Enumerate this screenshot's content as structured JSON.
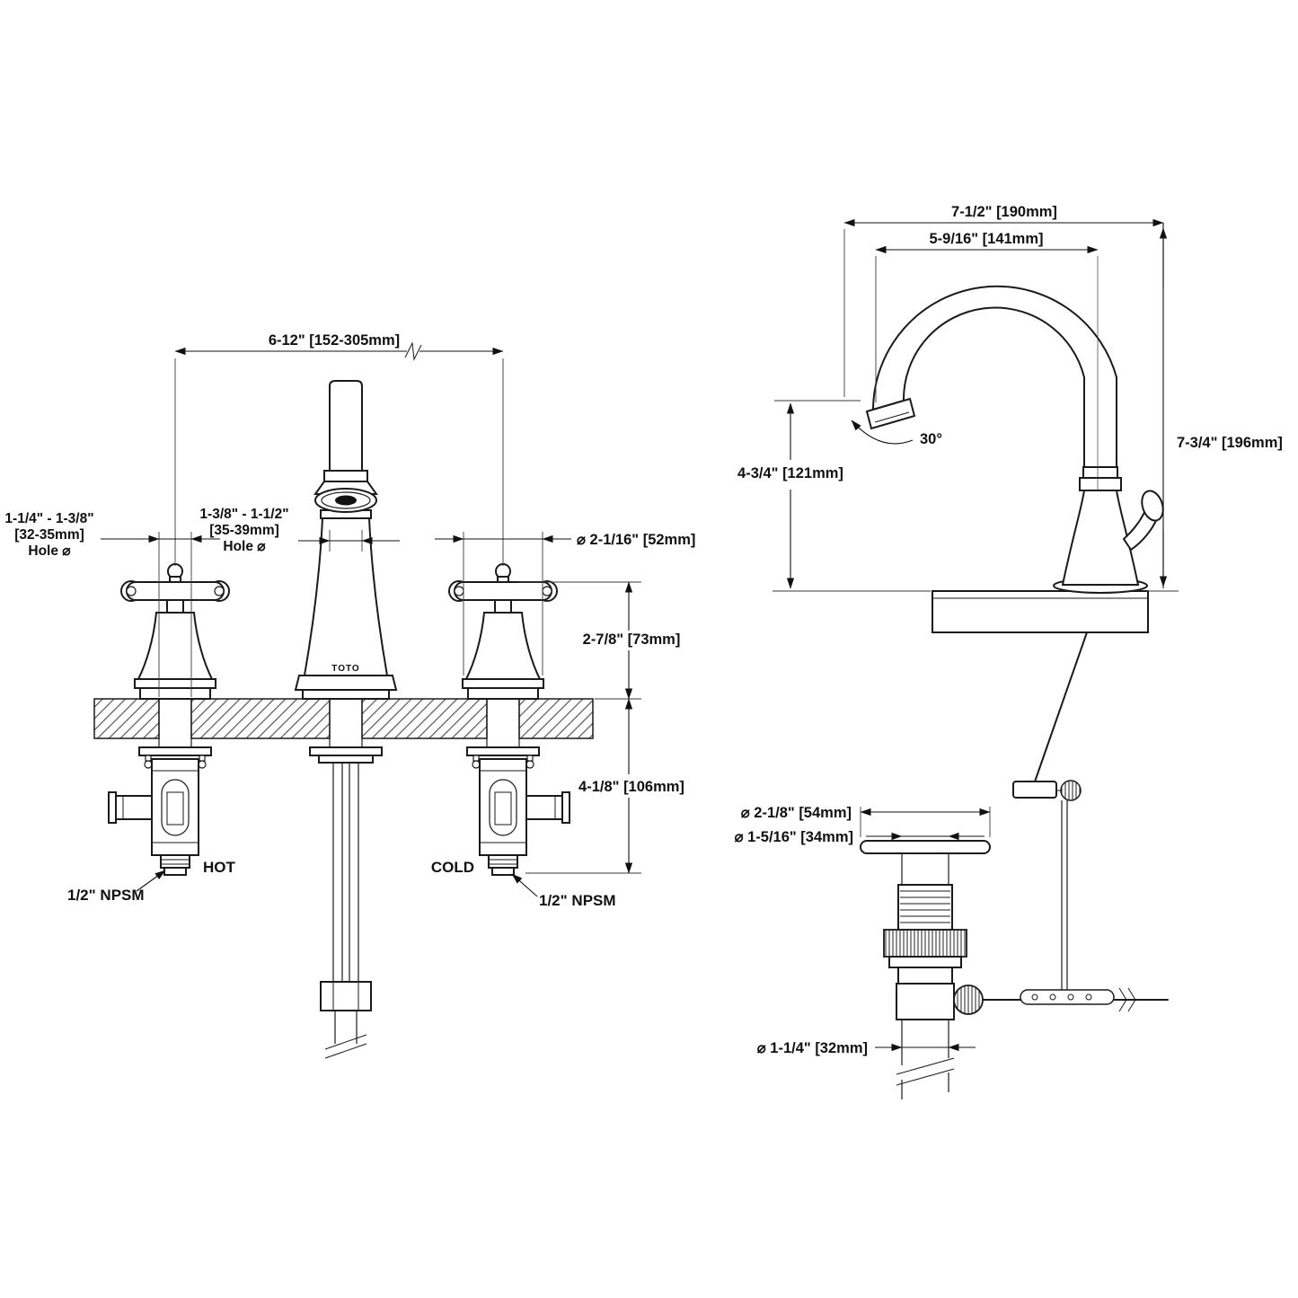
{
  "drawing": {
    "front": {
      "dim_spread": "6-12\" [152-305mm]",
      "hole_left": {
        "l1": "1-1/4\" - 1-3/8\"",
        "l2": "[32-35mm]",
        "l3": "Hole ⌀"
      },
      "hole_center": {
        "l1": "1-3/8\" - 1-1/2\"",
        "l2": "[35-39mm]",
        "l3": "Hole ⌀"
      },
      "dim_handle_dia": "⌀ 2-1/16\" [52mm]",
      "dim_above_deck": "2-7/8\" [73mm]",
      "dim_below_deck": "4-1/8\" [106mm]",
      "hot": "HOT",
      "cold": "COLD",
      "npsm_left": "1/2\" NPSM",
      "npsm_right": "1/2\" NPSM",
      "brand": "TOTO"
    },
    "side": {
      "dim_reach_total": "7-1/2\" [190mm]",
      "dim_reach_aerator": "5-9/16\" [141mm]",
      "dim_angle": "30°",
      "dim_height_total": "7-3/4\" [196mm]",
      "dim_height_spout": "4-3/4\" [121mm]",
      "dim_flange": "⌀ 2-1/8\" [54mm]",
      "dim_opening": "⌀ 1-5/16\" [34mm]",
      "dim_tailpiece": "⌀ 1-1/4\" [32mm]"
    }
  }
}
